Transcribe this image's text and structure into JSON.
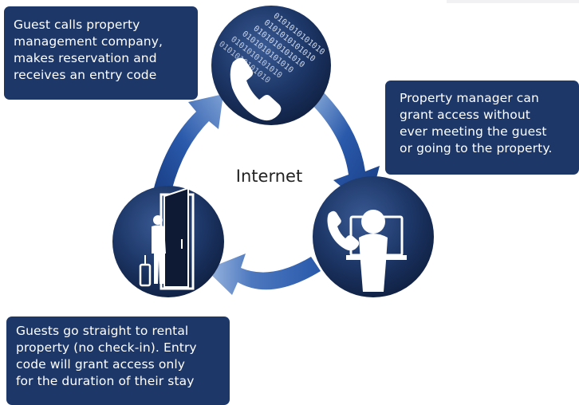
{
  "diagram": {
    "center_label": "Internet",
    "callouts": {
      "reservation": [
        "Guest calls property",
        "management company,",
        "makes reservation and",
        "receives an entry code"
      ],
      "manager": [
        "Property manager can",
        "grant access without",
        "ever meeting the guest",
        "or going to the property."
      ],
      "guest": [
        "Guests go straight to rental",
        "property (no check-in). Entry",
        "code will grant access only",
        "for the duration of their stay"
      ]
    },
    "binary_stream": "0101010101010",
    "nodes": {
      "top": "phone-icon",
      "right": "phone-computer-user-icon",
      "left": "guest-door-icon"
    },
    "colors": {
      "callout_bg": "#1d3768",
      "node_fill": "#1d3768",
      "arrow_fill": "#1d4aa0",
      "text_light": "#ffffff"
    }
  }
}
